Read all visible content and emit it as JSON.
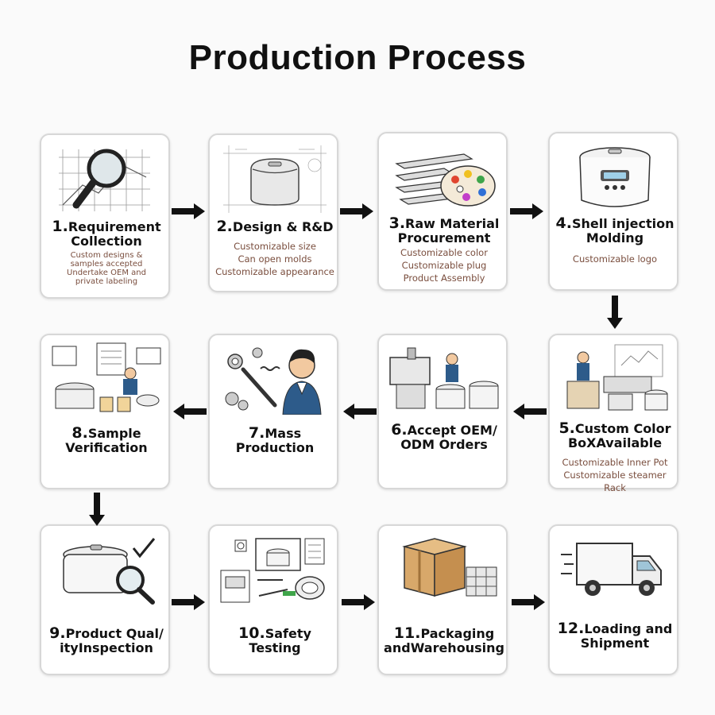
{
  "title": "Production Process",
  "steps": [
    {
      "num": "1.",
      "label": "Requirement Collection",
      "notes": [
        "Custom designs &",
        "samples accepted",
        "Undertake OEM and",
        "private labeling"
      ]
    },
    {
      "num": "2.",
      "label": "Design & R&D",
      "notes": [
        "Customizable size",
        "Can open molds",
        "Customizable appearance"
      ]
    },
    {
      "num": "3.",
      "label": "Raw Material Procurement",
      "notes": [
        "Customizable color",
        "Customizable plug",
        "Product Assembly"
      ]
    },
    {
      "num": "4.",
      "label": "Shell injection Molding",
      "notes": [
        "Customizable logo"
      ]
    },
    {
      "num": "5.",
      "label": "Custom Color BoXAvailable",
      "notes": [
        "Customizable Inner Pot",
        "Customizable steamer Rack"
      ]
    },
    {
      "num": "6.",
      "label": "Accept OEM/ ODM Orders",
      "notes": []
    },
    {
      "num": "7.",
      "label": "Mass Production",
      "notes": []
    },
    {
      "num": "8.",
      "label": "Sample Verification",
      "notes": []
    },
    {
      "num": "9.",
      "label": "Product Qual/ ityInspection",
      "notes": []
    },
    {
      "num": "10.",
      "label": "Safety Testing",
      "notes": []
    },
    {
      "num": "11.",
      "label": "Packaging andWarehousing",
      "notes": []
    },
    {
      "num": "12.",
      "label": "Loading and Shipment",
      "notes": []
    }
  ],
  "icons": {
    "s1": "magnifier-on-grid-icon",
    "s2": "rice-cooker-blueprint-icon",
    "s3": "material-sheets-palette-icon",
    "s4": "rice-cooker-icon",
    "s5": "worker-at-machine-icon",
    "s6": "sewing-machine-pots-icon",
    "s7": "tools-and-person-icon",
    "s8": "worker-with-samples-icon",
    "s9": "inspection-magnifier-icon",
    "s10": "safety-testing-icon",
    "s11": "boxes-icon",
    "s12": "delivery-truck-icon"
  },
  "colors": {
    "arrow": "#111111",
    "card_border": "#d7d7d7",
    "note_text": "#7a4e3e",
    "cardboard": "#d8a86a"
  }
}
